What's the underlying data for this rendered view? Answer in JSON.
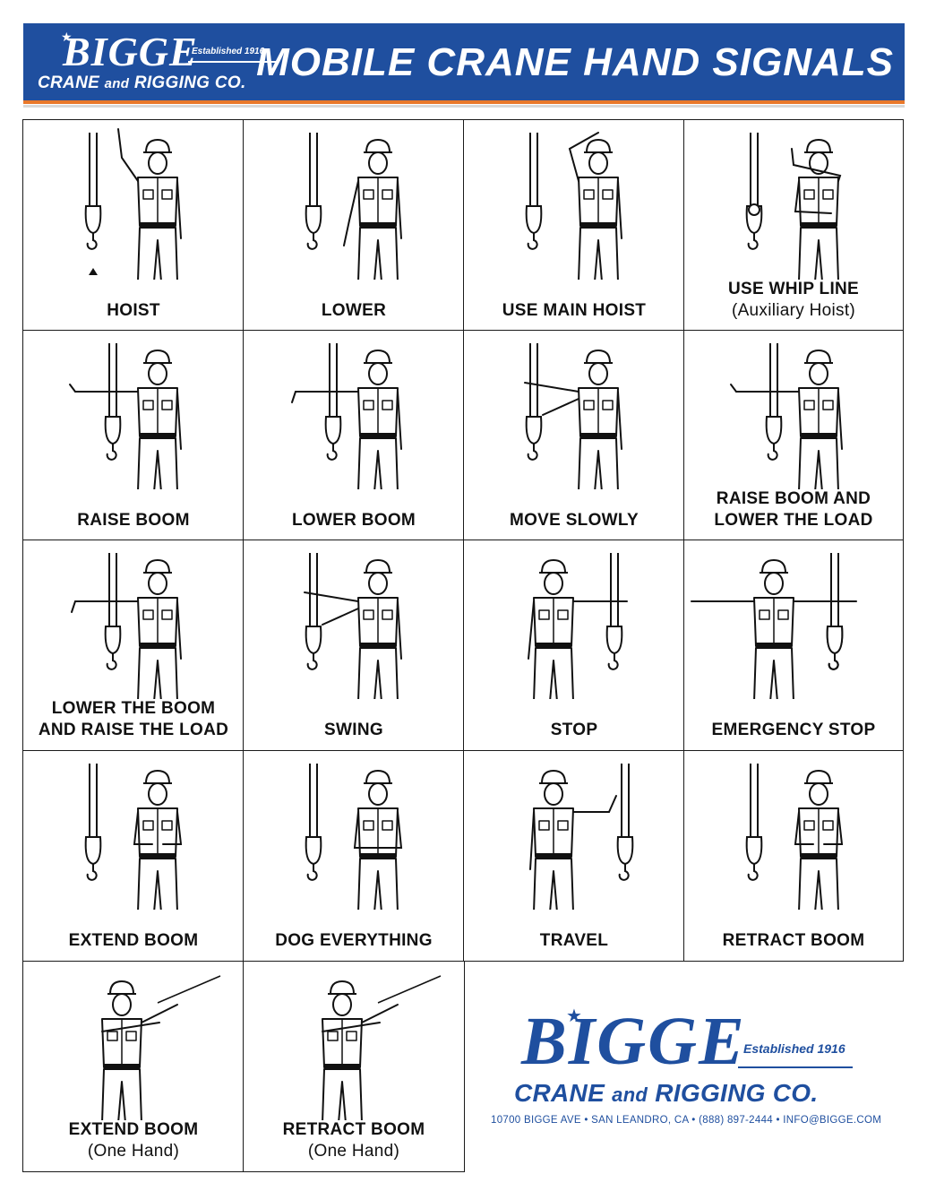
{
  "header": {
    "brand": "BIGGE",
    "established": "Established 1916",
    "company_part1": "CRANE",
    "company_and": "and",
    "company_part2": "RIGGING CO.",
    "title": "MOBILE CRANE HAND SIGNALS"
  },
  "signals": [
    {
      "label": "HOIST",
      "sub": ""
    },
    {
      "label": "LOWER",
      "sub": ""
    },
    {
      "label": "USE MAIN HOIST",
      "sub": ""
    },
    {
      "label": "USE WHIP LINE",
      "sub": "(Auxiliary Hoist)"
    },
    {
      "label": "RAISE BOOM",
      "sub": ""
    },
    {
      "label": "LOWER BOOM",
      "sub": ""
    },
    {
      "label": "MOVE SLOWLY",
      "sub": ""
    },
    {
      "label": "RAISE BOOM AND",
      "sub": "LOWER THE LOAD"
    },
    {
      "label": "LOWER THE BOOM",
      "sub": "AND RAISE THE LOAD"
    },
    {
      "label": "SWING",
      "sub": ""
    },
    {
      "label": "STOP",
      "sub": ""
    },
    {
      "label": "EMERGENCY STOP",
      "sub": ""
    },
    {
      "label": "EXTEND BOOM",
      "sub": ""
    },
    {
      "label": "DOG EVERYTHING",
      "sub": ""
    },
    {
      "label": "TRAVEL",
      "sub": ""
    },
    {
      "label": "RETRACT BOOM",
      "sub": ""
    },
    {
      "label": "EXTEND BOOM",
      "sub": "(One Hand)"
    },
    {
      "label": "RETRACT BOOM",
      "sub": "(One Hand)"
    }
  ],
  "footer": {
    "brand": "BIGGE",
    "established": "Established 1916",
    "company_part1": "CRANE",
    "company_and": "and",
    "company_part2": "RIGGING CO.",
    "address": "10700 BIGGE AVE • SAN LEANDRO, CA • (888) 897-2444 • INFO@BIGGE.COM"
  },
  "colors": {
    "brand_blue": "#1f4f9f",
    "accent_orange": "#e9782a"
  }
}
